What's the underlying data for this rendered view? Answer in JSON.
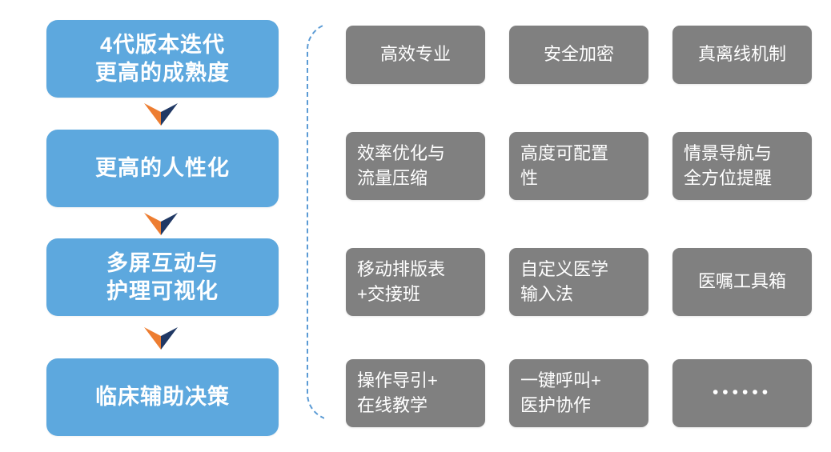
{
  "theme": {
    "blue": "#5da8de",
    "gray": "#808080",
    "bracket_blue": "#5b9bd5",
    "arrow_orange": "#ed7d31",
    "arrow_navy": "#203864",
    "text_white": "#ffffff",
    "background": "#ffffff"
  },
  "flow": {
    "steps": [
      {
        "label": "4代版本迭代\n更高的成熟度"
      },
      {
        "label": "更高的人性化"
      },
      {
        "label": "多屏互动与\n护理可视化"
      },
      {
        "label": "临床辅助决策"
      }
    ],
    "arrows": [
      {
        "name": "chevron-down-arrow-1"
      },
      {
        "name": "chevron-down-arrow-2"
      },
      {
        "name": "chevron-down-arrow-3"
      }
    ]
  },
  "features": {
    "bracket": {
      "name": "dashed-brace-connector"
    },
    "rows": [
      {
        "cells": [
          {
            "label": "高效专业",
            "align": "center"
          },
          {
            "label": "安全加密",
            "align": "center"
          },
          {
            "label": "真离线机制",
            "align": "center"
          }
        ]
      },
      {
        "cells": [
          {
            "label": "效率优化与\n流量压缩",
            "align": "left"
          },
          {
            "label": "高度可配置\n性",
            "align": "left"
          },
          {
            "label": "情景导航与\n全方位提醒",
            "align": "left"
          }
        ]
      },
      {
        "cells": [
          {
            "label": "移动排版表\n+交接班",
            "align": "left"
          },
          {
            "label": "自定义医学\n输入法",
            "align": "left"
          },
          {
            "label": "医嘱工具箱",
            "align": "center"
          }
        ]
      },
      {
        "cells": [
          {
            "label": "操作导引+\n在线教学",
            "align": "left"
          },
          {
            "label": "一键呼叫+\n医护协作",
            "align": "left"
          },
          {
            "label": "••••••",
            "align": "center"
          }
        ]
      }
    ]
  }
}
